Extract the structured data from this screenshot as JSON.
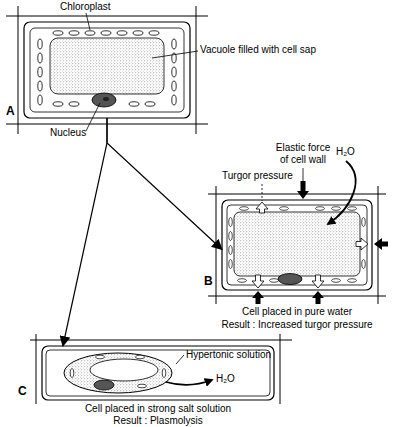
{
  "diagram": {
    "nodes": [
      {
        "text": [
          "A"
        ]
      },
      {
        "text": [
          "B",
          "Cell placed in pure water",
          "Result : Increased turgor pressure"
        ]
      },
      {
        "text": [
          "C",
          "Cell placed in strong salt solution",
          "Result : Plasmolysis"
        ]
      }
    ],
    "edges": [
      {
        "from": 0,
        "to": 1,
        "arrow": "to"
      },
      {
        "from": 0,
        "to": 2,
        "arrow": "to"
      }
    ],
    "labels": [
      "Chloroplast",
      "Vacuole filled with cell sap",
      "Nucleus",
      "Elastic force of cell wall",
      "H₂O",
      "Turgor pressure",
      "Hypertonic solution",
      "H₂O"
    ]
  }
}
